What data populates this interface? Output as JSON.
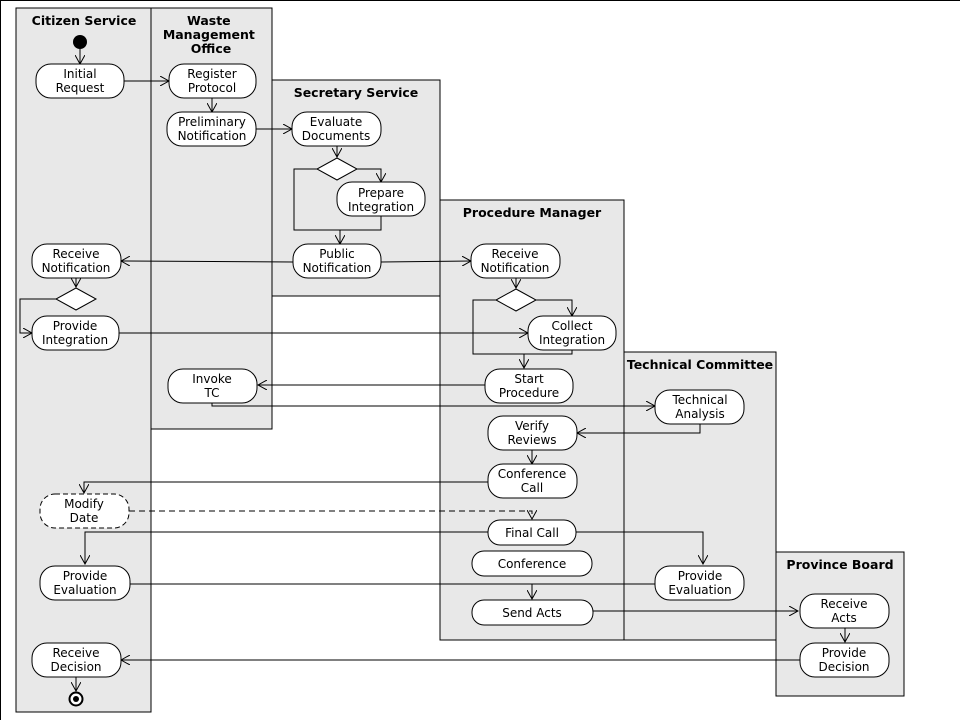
{
  "lanes": {
    "citizen": [
      "Citizen Service"
    ],
    "waste": [
      "Waste",
      "Management",
      "Office"
    ],
    "secretary": [
      "Secretary Service"
    ],
    "procedure": [
      "Procedure Manager"
    ],
    "technical": [
      "Technical Committee"
    ],
    "province": [
      "Province Board"
    ]
  },
  "activities": {
    "initial_request": [
      "Initial",
      "Request"
    ],
    "register_protocol": [
      "Register",
      "Protocol"
    ],
    "preliminary_notification": [
      "Preliminary",
      "Notification"
    ],
    "evaluate_documents": [
      "Evaluate",
      "Documents"
    ],
    "prepare_integration": [
      "Prepare",
      "Integration"
    ],
    "public_notification": [
      "Public",
      "Notification"
    ],
    "receive_notification_citizen": [
      "Receive",
      "Notification"
    ],
    "receive_notification_pm": [
      "Receive",
      "Notification"
    ],
    "provide_integration": [
      "Provide",
      "Integration"
    ],
    "collect_integration": [
      "Collect",
      "Integration"
    ],
    "invoke_tc": [
      "Invoke",
      "TC"
    ],
    "start_procedure": [
      "Start",
      "Procedure"
    ],
    "technical_analysis": [
      "Technical",
      "Analysis"
    ],
    "verify_reviews": [
      "Verify",
      "Reviews"
    ],
    "conference_call": [
      "Conference",
      "Call"
    ],
    "modify_date": [
      "Modify",
      "Date"
    ],
    "final_call": [
      "Final Call"
    ],
    "conference": [
      "Conference"
    ],
    "provide_evaluation_citizen": [
      "Provide",
      "Evaluation"
    ],
    "provide_evaluation_tc": [
      "Provide",
      "Evaluation"
    ],
    "send_acts": [
      "Send Acts"
    ],
    "receive_acts": [
      "Receive",
      "Acts"
    ],
    "provide_decision": [
      "Provide",
      "Decision"
    ],
    "receive_decision": [
      "Receive",
      "Decision"
    ]
  }
}
